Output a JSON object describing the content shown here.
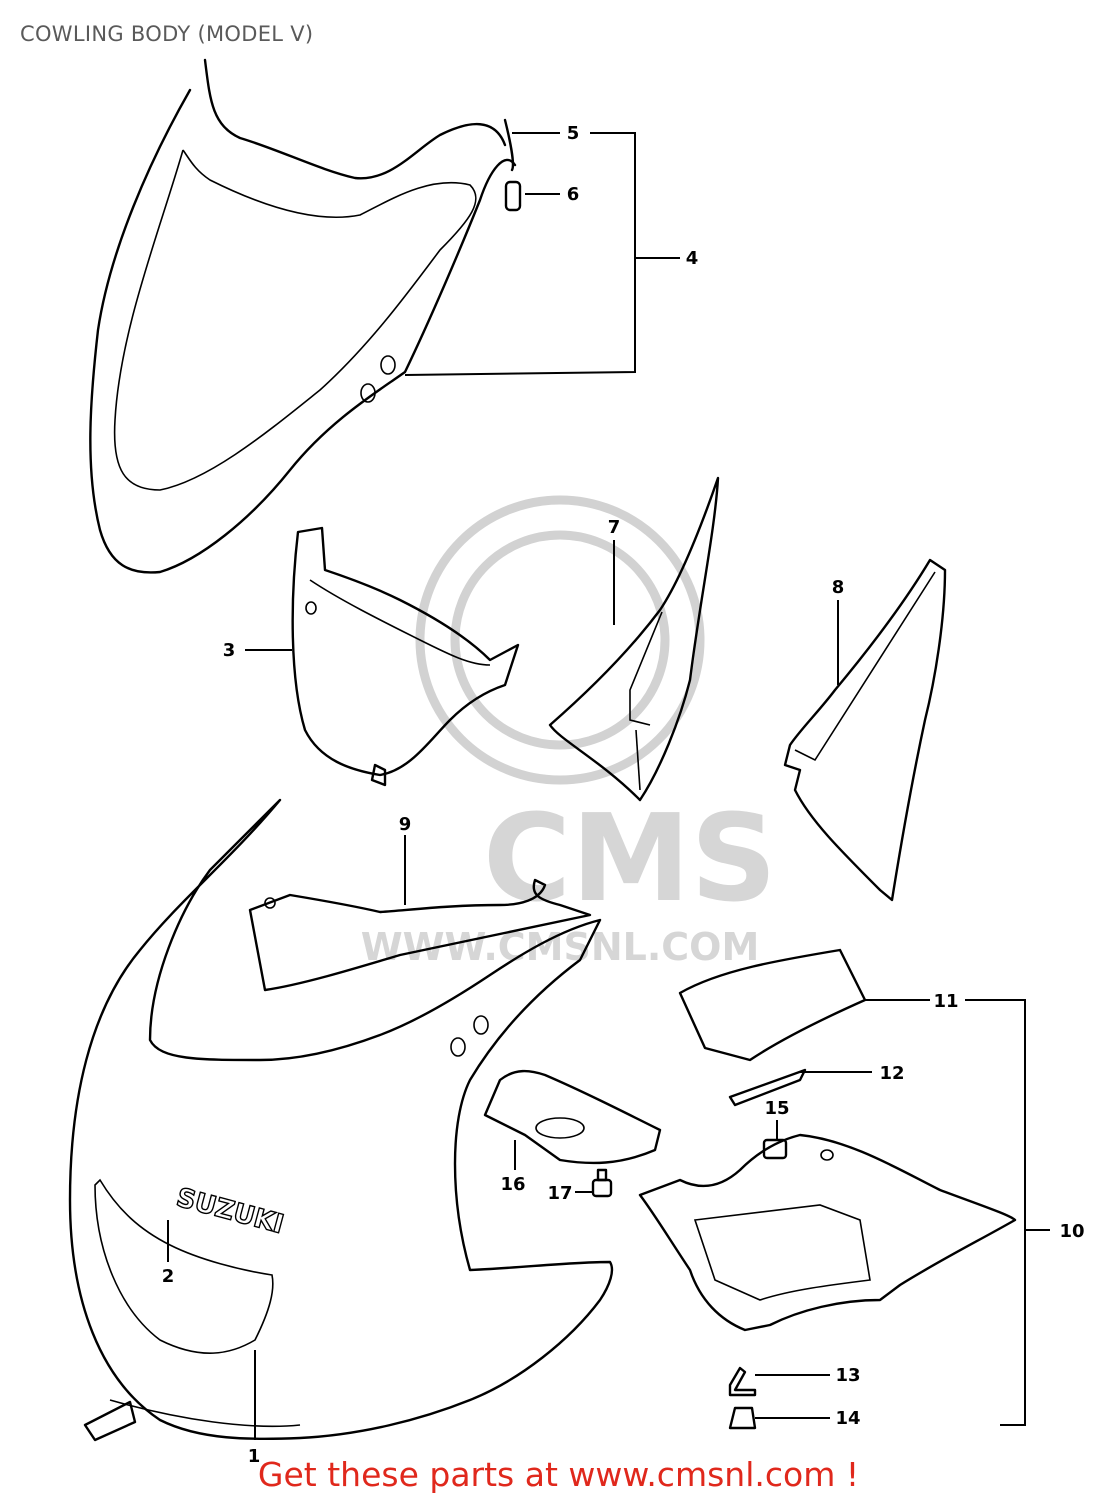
{
  "title": "COWLING BODY (MODEL V)",
  "watermark": {
    "logo": "CMS",
    "url": "WWW.CMSNL.COM"
  },
  "brand_decal": "SUZUKI",
  "cta": {
    "text": "Get these parts at www.cmsnl.com !",
    "color": "#e0281c"
  },
  "callouts": [
    "1",
    "2",
    "3",
    "4",
    "5",
    "6",
    "7",
    "8",
    "9",
    "10",
    "11",
    "12",
    "13",
    "14",
    "15",
    "16",
    "17"
  ]
}
